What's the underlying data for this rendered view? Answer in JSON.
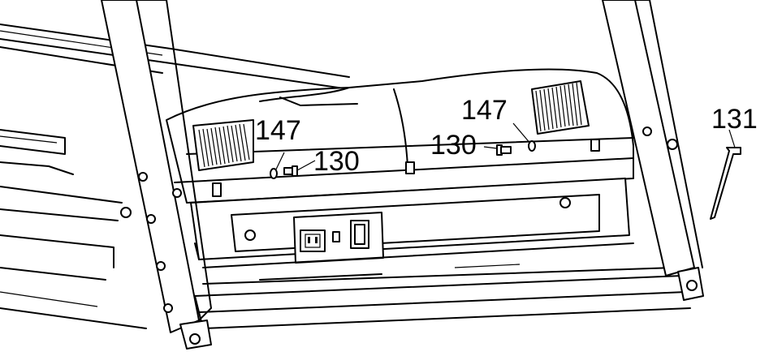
{
  "diagram": {
    "callouts": [
      {
        "id": "left-washer",
        "label": "147"
      },
      {
        "id": "left-bolt",
        "label": "130"
      },
      {
        "id": "right-washer",
        "label": "147"
      },
      {
        "id": "right-bolt",
        "label": "130"
      },
      {
        "id": "allen-key",
        "label": "131"
      }
    ]
  },
  "icons": {
    "power-socket": "iec-power-inlet-icon",
    "power-switch": "rocker-switch-icon",
    "allen-key": "hex-key-icon"
  },
  "colors": {
    "line": "#000000",
    "background": "#ffffff"
  }
}
